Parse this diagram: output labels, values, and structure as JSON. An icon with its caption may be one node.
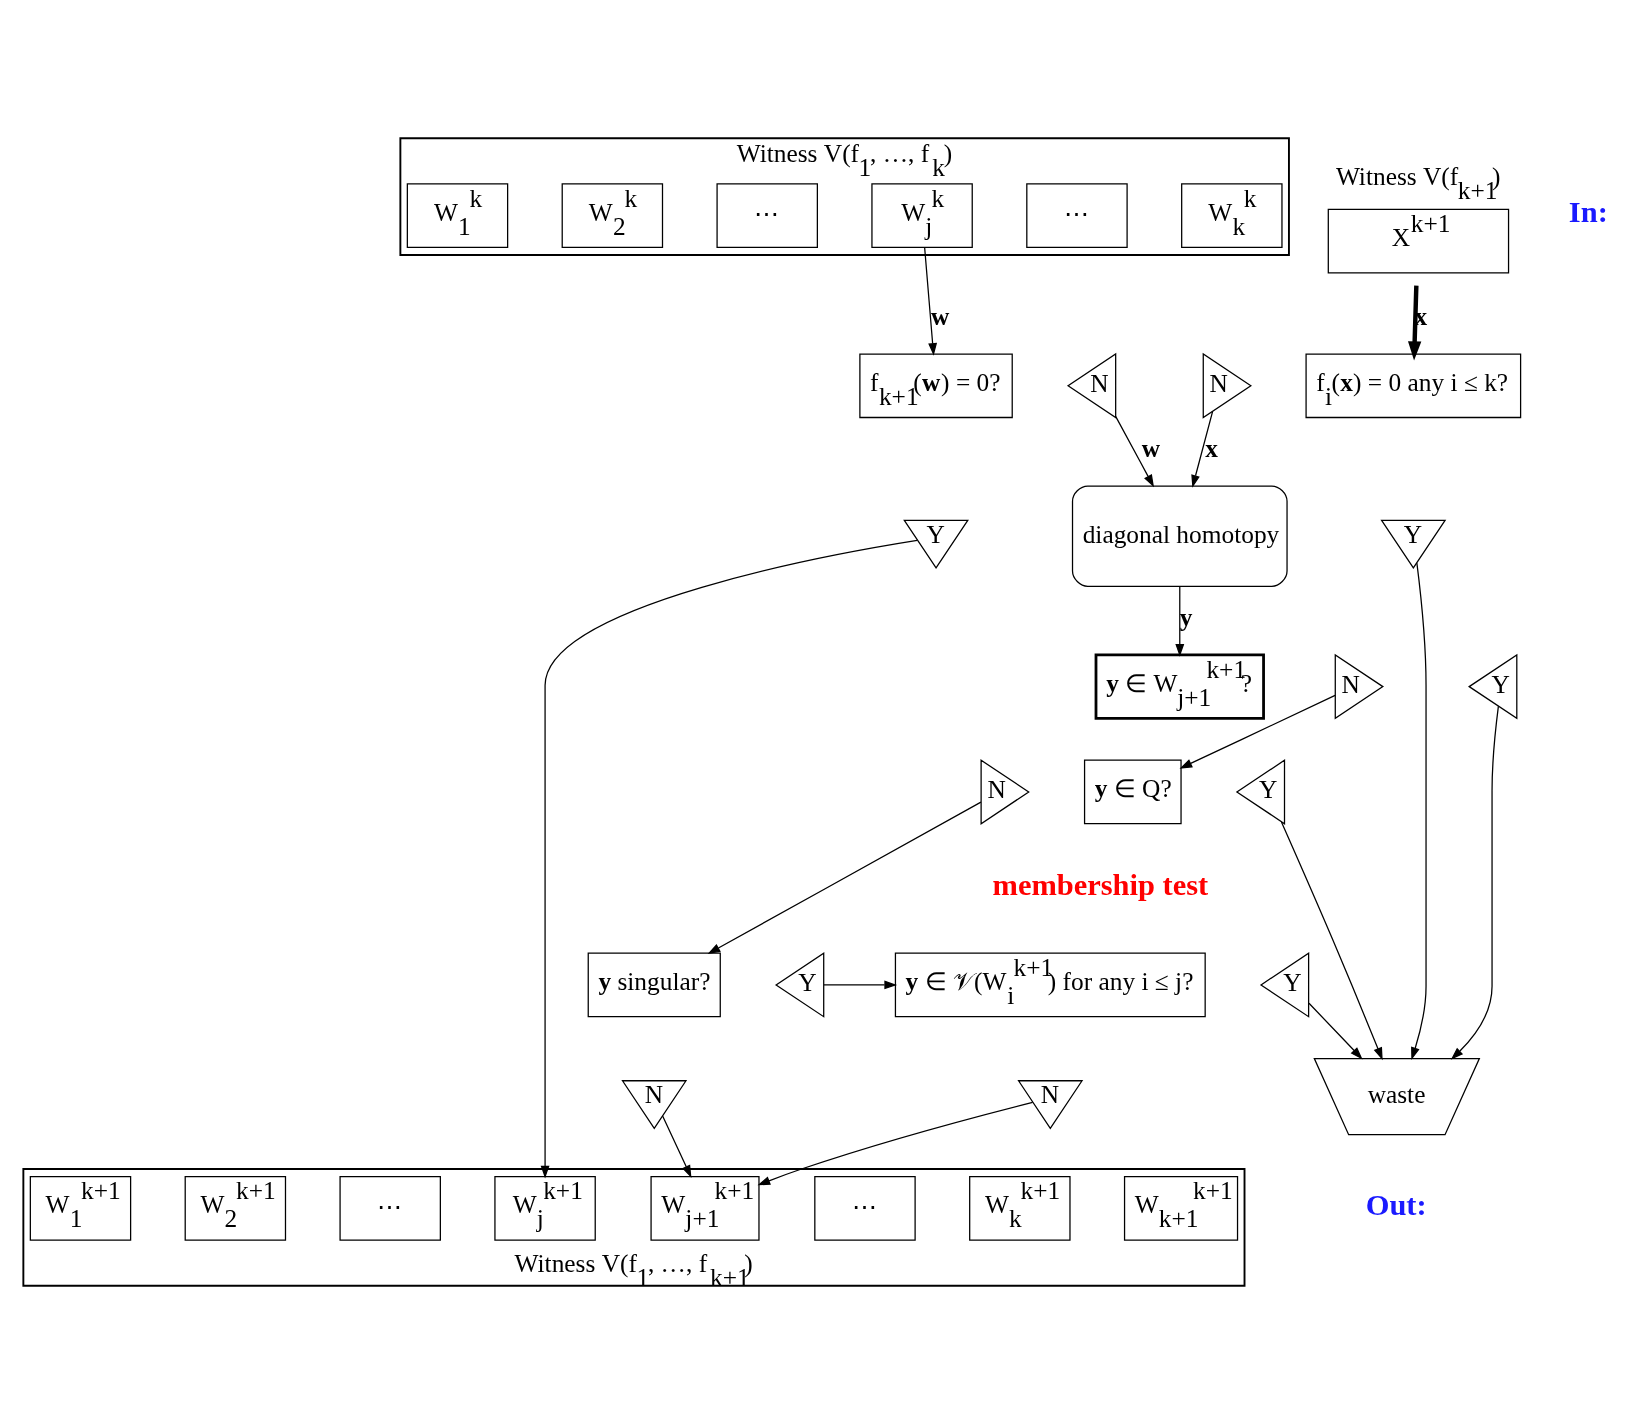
{
  "diagram": {
    "nodes": [
      {
        "text": [
          "Witness V(f$_{1}$, …, f$_{k}$)"
        ]
      },
      {
        "text": [
          "W$_{1}$$^{k}$"
        ],
        "in": 0
      },
      {
        "text": [
          "W$_{2}$$^{k}$"
        ],
        "in": 0
      },
      {
        "text": [
          "⋯"
        ],
        "in": 0
      },
      {
        "text": [
          "W$_{j}$$^{k}$"
        ],
        "in": 0
      },
      {
        "text": [
          "⋯"
        ],
        "in": 0
      },
      {
        "text": [
          "W$_{k}$$^{k}$"
        ],
        "in": 0
      },
      {
        "text": [
          "Witness V(f$_{k+1}$)",
          "X$^{k+1}$"
        ]
      },
      {
        "text": [
          "f$_{k+1}$(**w**) = 0?"
        ]
      },
      {
        "text": [
          "N"
        ]
      },
      {
        "text": [
          "N"
        ]
      },
      {
        "text": [
          "f$_{i}$(**x**) = 0 any i ≤ k?"
        ]
      },
      {
        "text": [
          "Y"
        ]
      },
      {
        "text": [
          "diagonal homotopy"
        ]
      },
      {
        "text": [
          "Y"
        ]
      },
      {
        "text": [
          "N"
        ]
      },
      {
        "text": [
          "**y** ∈ W$_{j+1}$$^{k+1}$?"
        ]
      },
      {
        "text": [
          "Y"
        ]
      },
      {
        "text": [
          "N"
        ]
      },
      {
        "text": [
          "**y** ∈ Q?"
        ]
      },
      {
        "text": [
          "Y"
        ]
      },
      {
        "text": [
          "**y** singular?"
        ]
      },
      {
        "text": [
          "Y"
        ]
      },
      {
        "text": [
          "**y** ∈ 𝒱(W$_{i}$$^{k+1}$) for any i ≤ j?"
        ]
      },
      {
        "text": [
          "Y"
        ]
      },
      {
        "text": [
          "N"
        ]
      },
      {
        "text": [
          "N"
        ]
      },
      {
        "text": [
          "waste"
        ]
      },
      {
        "text": [
          "Witness V(f$_{1}$, …, f$_{k+1}$)"
        ]
      },
      {
        "text": [
          "W$_{1}$$^{k+1}$"
        ],
        "in": 28
      },
      {
        "text": [
          "W$_{2}$$^{k+1}$"
        ],
        "in": 28
      },
      {
        "text": [
          "⋯"
        ],
        "in": 28
      },
      {
        "text": [
          "W$_{j}$$^{k+1}$"
        ],
        "in": 28
      },
      {
        "text": [
          "W$_{j+1}$$^{k+1}$"
        ],
        "in": 28
      },
      {
        "text": [
          "⋯"
        ],
        "in": 28
      },
      {
        "text": [
          "W$_{k}$$^{k+1}$"
        ],
        "in": 28
      },
      {
        "text": [
          "W$_{k+1}$$^{k+1}$"
        ],
        "in": 28
      }
    ],
    "edges": [
      {
        "from": 4,
        "to": 8,
        "arrow": "to",
        "label": "**w**"
      },
      {
        "from": 7,
        "to": 11,
        "arrow": "to",
        "label": "**x**",
        "style": "thick"
      },
      {
        "from": 9,
        "to": 13,
        "arrow": "to",
        "label": "**w**"
      },
      {
        "from": 10,
        "to": 13,
        "arrow": "to",
        "label": "**x**"
      },
      {
        "from": 13,
        "to": 16,
        "arrow": "to",
        "label": "**y**"
      },
      {
        "from": 15,
        "to": 19,
        "arrow": "to"
      },
      {
        "from": 18,
        "to": 21,
        "arrow": "to"
      },
      {
        "from": 22,
        "to": 23,
        "arrow": "to"
      },
      {
        "from": 12,
        "to": 32,
        "arrow": "to"
      },
      {
        "from": 25,
        "to": 33,
        "arrow": "to"
      },
      {
        "from": 26,
        "to": 33,
        "arrow": "to"
      },
      {
        "from": 14,
        "to": 27,
        "arrow": "to"
      },
      {
        "from": 17,
        "to": 27,
        "arrow": "to"
      },
      {
        "from": 20,
        "to": 27,
        "arrow": "to"
      },
      {
        "from": 24,
        "to": 27,
        "arrow": "to"
      }
    ],
    "labels": [
      "In:",
      "membership test",
      "Out:"
    ]
  }
}
